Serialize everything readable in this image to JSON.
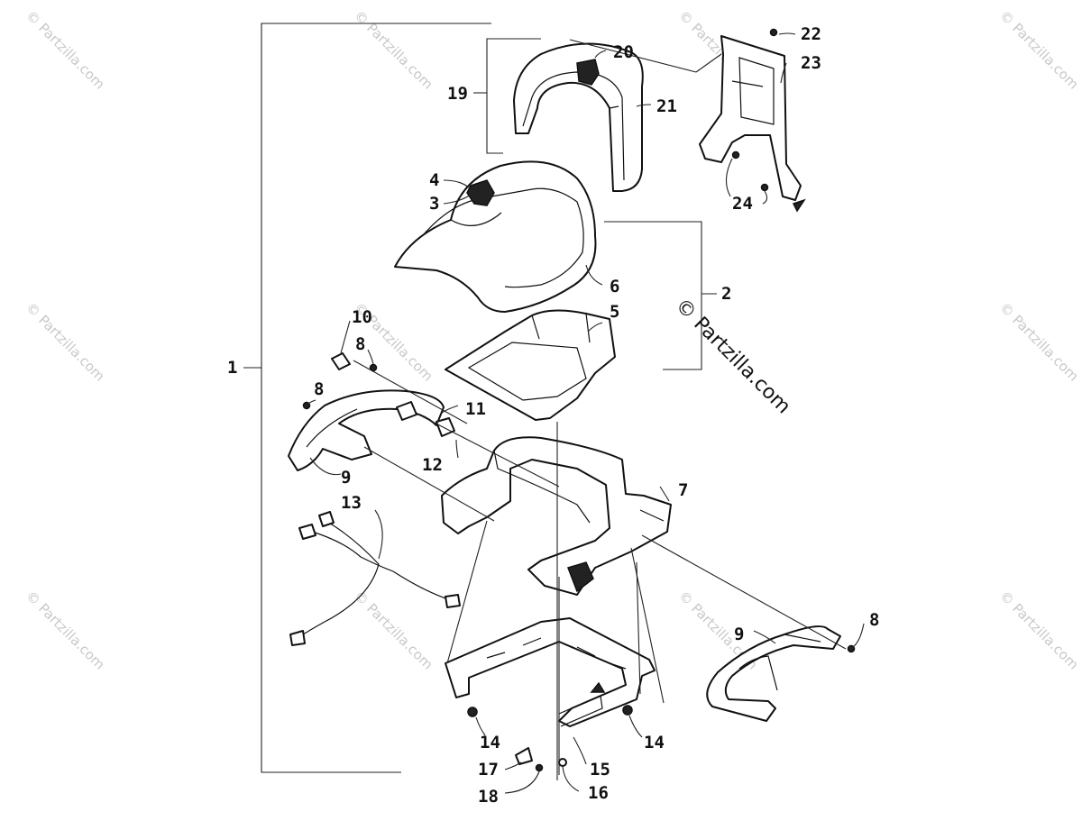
{
  "watermark": {
    "small_text": "© Partzilla.com",
    "center_text": "© Partzilla.com"
  },
  "callouts": {
    "c1": "1",
    "c2": "2",
    "c3": "3",
    "c4": "4",
    "c5": "5",
    "c6": "6",
    "c7": "7",
    "c8a": "8",
    "c8b": "8",
    "c8c": "8",
    "c9a": "9",
    "c9b": "9",
    "c10": "10",
    "c11": "11",
    "c12": "12",
    "c13": "13",
    "c14a": "14",
    "c14b": "14",
    "c15": "15",
    "c16": "16",
    "c17": "17",
    "c18": "18",
    "c19": "19",
    "c20": "20",
    "c21": "21",
    "c22": "22",
    "c23": "23",
    "c24": "24"
  }
}
